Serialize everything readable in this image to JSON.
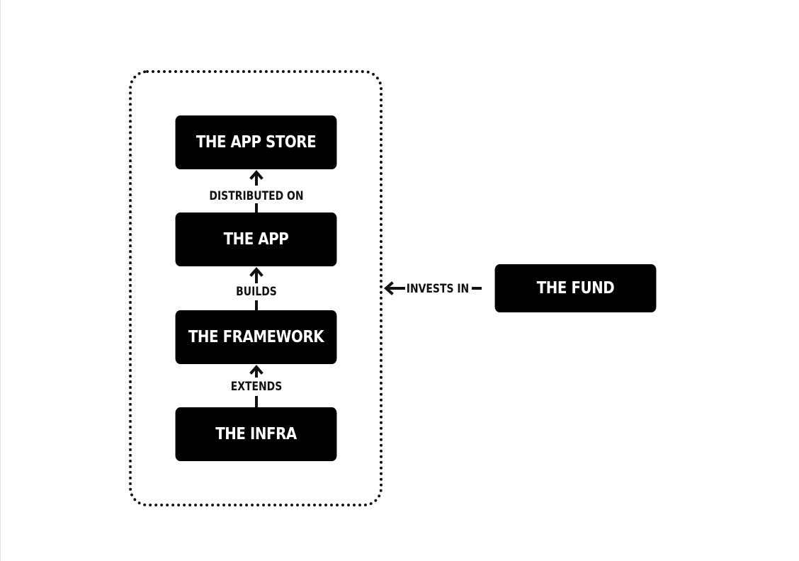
{
  "diagram": {
    "group": {
      "nodes": [
        {
          "id": "store",
          "label": "THE APP STORE"
        },
        {
          "id": "app",
          "label": "THE APP"
        },
        {
          "id": "framework",
          "label": "THE FRAMEWORK"
        },
        {
          "id": "infra",
          "label": "THE INFRA"
        }
      ]
    },
    "external_node": {
      "id": "fund",
      "label": "THE FUND"
    },
    "edges": [
      {
        "from": "app",
        "to": "store",
        "label": "DISTRIBUTED ON"
      },
      {
        "from": "framework",
        "to": "app",
        "label": "BUILDS"
      },
      {
        "from": "infra",
        "to": "framework",
        "label": "EXTENDS"
      },
      {
        "from": "fund",
        "to": "group",
        "label": "INVESTS IN"
      }
    ],
    "colors": {
      "node_fill": "#000000",
      "node_text": "#ffffff",
      "line": "#111111",
      "background": "#ffffff"
    }
  }
}
